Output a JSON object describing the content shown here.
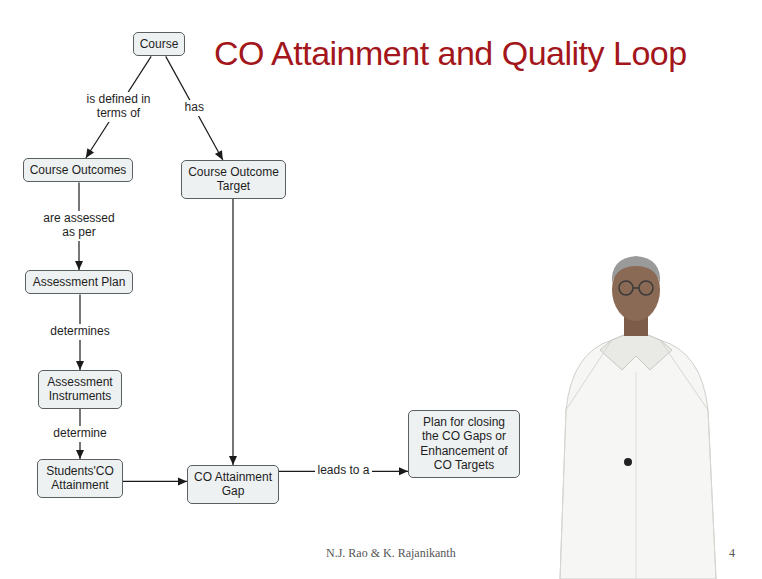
{
  "diagram": {
    "title": "CO Attainment and Quality Loop",
    "nodes": [
      {
        "text": [
          "Course"
        ]
      },
      {
        "text": [
          "Course Outcomes"
        ]
      },
      {
        "text": [
          "Course Outcome Target"
        ]
      },
      {
        "text": [
          "Assessment Plan"
        ]
      },
      {
        "text": [
          "Assessment Instruments"
        ]
      },
      {
        "text": [
          "Students'CO Attainment"
        ]
      },
      {
        "text": [
          "CO Attainment Gap"
        ]
      },
      {
        "text": [
          "Plan for closing the CO Gaps or Enhancement of CO Targets"
        ]
      }
    ],
    "edges": [
      {
        "from": 0,
        "to": 1,
        "label": "is defined in terms of",
        "arrow": "to"
      },
      {
        "from": 0,
        "to": 2,
        "label": "has",
        "arrow": "to"
      },
      {
        "from": 1,
        "to": 3,
        "label": "are assessed as per",
        "arrow": "to"
      },
      {
        "from": 3,
        "to": 4,
        "label": "determines",
        "arrow": "to"
      },
      {
        "from": 4,
        "to": 5,
        "label": "determine",
        "arrow": "to"
      },
      {
        "from": 5,
        "to": 6,
        "arrow": "to"
      },
      {
        "from": 2,
        "to": 6,
        "arrow": "to"
      },
      {
        "from": 6,
        "to": 7,
        "label": "leads to a",
        "arrow": "to"
      }
    ],
    "labels": [
      "N.J. Rao & K. Rajanikanth",
      "4"
    ]
  }
}
